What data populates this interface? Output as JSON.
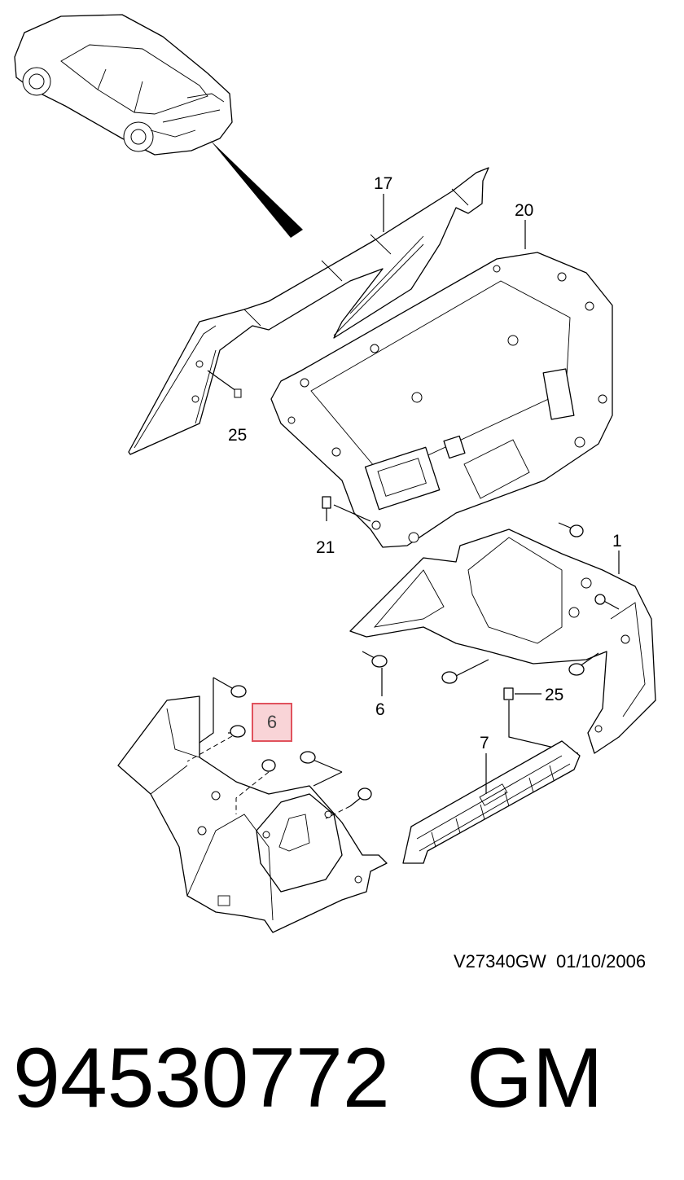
{
  "callouts": {
    "c17": "17",
    "c20": "20",
    "c25a": "25",
    "c21": "21",
    "c1": "1",
    "c6": "6",
    "c25b": "25",
    "c7": "7",
    "highlighted": "6"
  },
  "reference": {
    "code": "V27340GW",
    "date": "01/10/2006"
  },
  "footer": {
    "part_number": "94530772",
    "brand": "GM"
  },
  "colors": {
    "highlight_border": "#e0525d",
    "highlight_fill": "#f9d4d7"
  }
}
